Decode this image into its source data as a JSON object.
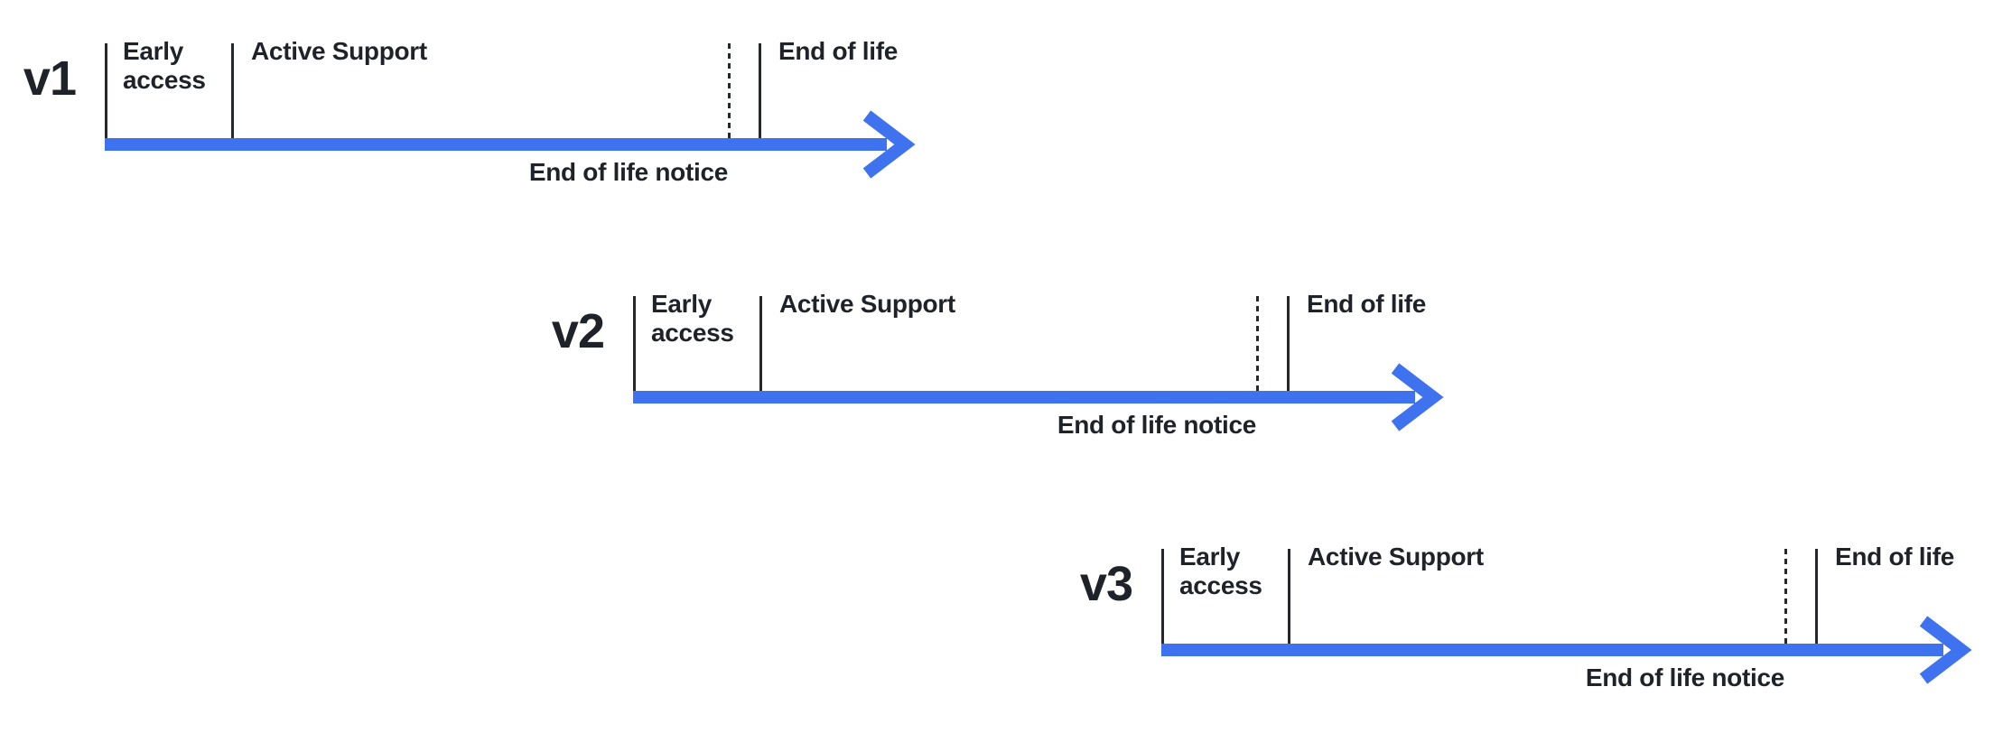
{
  "colors": {
    "arrow_blue": "#3e72ef",
    "line_dark": "#24272c",
    "text_dark": "#1f2329"
  },
  "diagram": {
    "type": "release-lifecycle-timelines",
    "timelines": [
      {
        "version": "v1",
        "early_access_label": "Early access",
        "active_support_label": "Active Support",
        "end_of_life_label": "End of life",
        "end_of_life_notice_label": "End of life notice"
      },
      {
        "version": "v2",
        "early_access_label": "Early access",
        "active_support_label": "Active Support",
        "end_of_life_label": "End of life",
        "end_of_life_notice_label": "End of life notice"
      },
      {
        "version": "v3",
        "early_access_label": "Early access",
        "active_support_label": "Active Support",
        "end_of_life_label": "End of life",
        "end_of_life_notice_label": "End of life notice"
      }
    ]
  }
}
